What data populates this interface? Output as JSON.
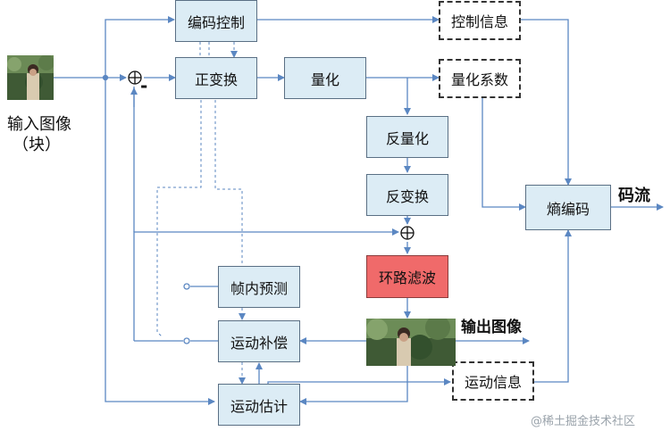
{
  "boxes": {
    "encoder_control": "编码控制",
    "forward_transform": "正变换",
    "quantize": "量化",
    "control_info": "控制信息",
    "quant_coeff": "量化系数",
    "inverse_quantize": "反量化",
    "inverse_transform": "反变换",
    "entropy_coding": "熵编码",
    "loop_filter": "环路滤波",
    "intra_prediction": "帧内预测",
    "motion_compensation": "运动补偿",
    "motion_info": "运动信息",
    "motion_estimation": "运动估计"
  },
  "labels": {
    "input_line1": "输入图像",
    "input_line2": "（块）",
    "bitstream": "码流",
    "output_image": "输出图像",
    "minus_sign": "-"
  },
  "watermark": "@稀土掘金技术社区",
  "colors": {
    "line": "#5b87c2",
    "box_fill": "#dcecf5",
    "box_border": "#5a6f84",
    "loop_filter_fill": "#f06a6a"
  }
}
